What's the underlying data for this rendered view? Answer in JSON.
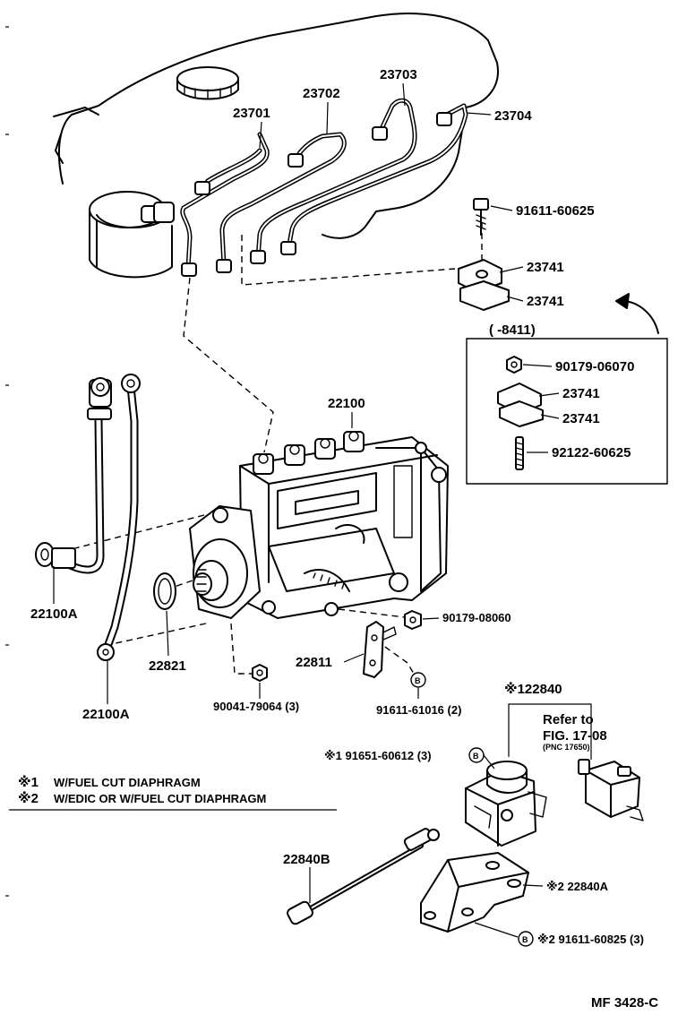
{
  "labels": {
    "p23701": "23701",
    "p23702": "23702",
    "p23703": "23703",
    "p23704": "23704",
    "p91611_60625": "91611-60625",
    "p23741_a": "23741",
    "p23741_b": "23741",
    "inset_range": "(        -8411)",
    "p90179_06070": "90179-06070",
    "p23741_c": "23741",
    "p23741_d": "23741",
    "p92122_60625": "92122-60625",
    "p22100": "22100",
    "p22100A_a": "22100A",
    "p22100A_b": "22100A",
    "p22821": "22821",
    "p22811": "22811",
    "p90179_08060": "90179-08060",
    "p90041_79064": "90041-79064 (3)",
    "p91611_61016": "91611-61016 (2)",
    "p22840": "※122840",
    "refer_to": "Refer to",
    "fig_ref": "FIG. 17-08",
    "pnc_ref": "(PNC 17650)",
    "p91651_60612": "※1 91651-60612 (3)",
    "p22840B": "22840B",
    "p22840A": "※2 22840A",
    "p91611_60825": "※2 91611-60825 (3)",
    "b_marker": "B",
    "mf_code": "MF 3428-C"
  },
  "notes": [
    {
      "mark": "※1",
      "text": "W/FUEL CUT DIAPHRAGM"
    },
    {
      "mark": "※2",
      "text": "W/EDIC OR W/FUEL CUT DIAPHRAGM"
    }
  ]
}
